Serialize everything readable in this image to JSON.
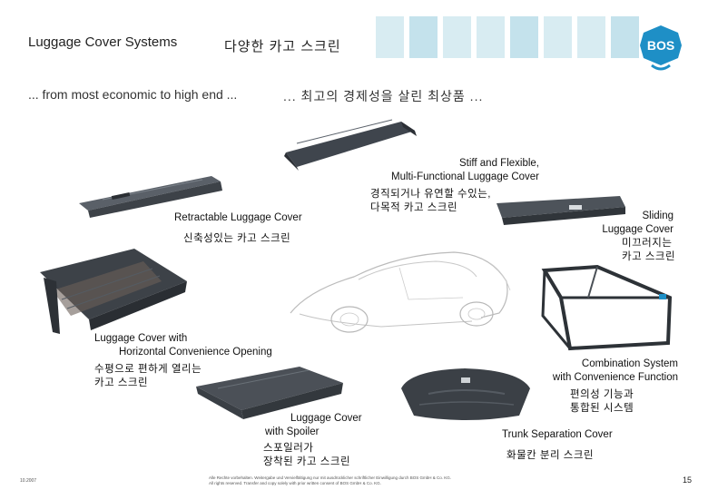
{
  "header": {
    "title_en": "Luggage Cover Systems",
    "title_ko": "다양한 카고 스크린",
    "subtitle_en": "... from most economic to high end ...",
    "subtitle_ko": "... 최고의 경제성을 살린 최상품 ..."
  },
  "logo": {
    "text": "BOS",
    "color": "#1e8fc6"
  },
  "accent_squares_color": "#d8ecf2",
  "products": [
    {
      "id": "stiff",
      "name_en_1": "Stiff and Flexible,",
      "name_en_2": "Multi-Functional Luggage Cover",
      "name_ko_1": "경직되거나 유연할 수있는,",
      "name_ko_2": "다목적 카고 스크린"
    },
    {
      "id": "retractable",
      "name_en": "Retractable Luggage Cover",
      "name_ko": "신축성있는 카고 스크린"
    },
    {
      "id": "sliding",
      "name_en_1": "Sliding",
      "name_en_2": "Luggage Cover",
      "name_ko_1": "미끄러지는",
      "name_ko_2": "카고 스크린"
    },
    {
      "id": "horizontal",
      "name_en_1": "Luggage Cover with",
      "name_en_2": "Horizontal Convenience Opening",
      "name_ko_1": "수평으로 편하게 열리는",
      "name_ko_2": "카고 스크린"
    },
    {
      "id": "combination",
      "name_en_1": "Combination System",
      "name_en_2": "with Convenience Function",
      "name_ko_1": "편의성 기능과",
      "name_ko_2": "통합된 시스템"
    },
    {
      "id": "spoiler",
      "name_en_1": "Luggage Cover",
      "name_en_2": "with Spoiler",
      "name_ko_1": "스포일러가",
      "name_ko_2": "장착된 카고 스크린"
    },
    {
      "id": "trunk",
      "name_en": "Trunk Separation Cover",
      "name_ko": "화물칸 분리 스크린"
    }
  ],
  "footer": {
    "date": "10.2007",
    "legal_1": "Alle Rechte vorbehalten. Weitergabe und Vervielfältigung nur mit ausdrücklicher schriftlicher Einwilligung durch BOS GmbH & Co. KG.",
    "legal_2": "All rights reserved. Transfer and copy solely with prior written consent of BOS GmbH & Co. KG.",
    "page": "15"
  }
}
